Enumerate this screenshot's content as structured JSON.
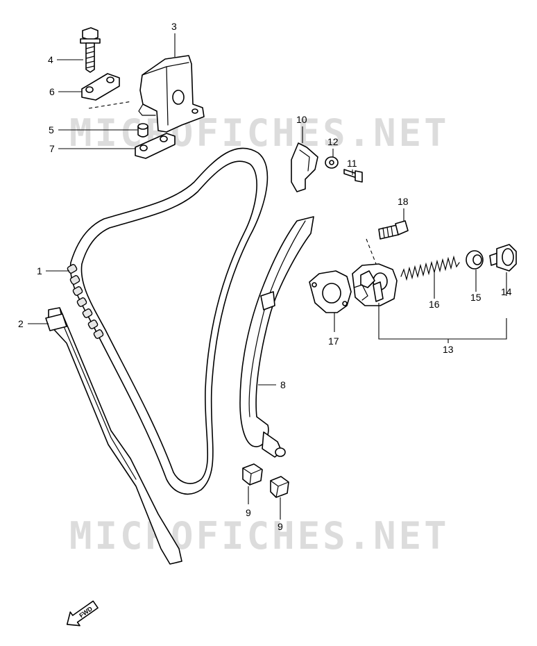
{
  "watermark": {
    "text": "MICROFICHES.NET",
    "color": "#d9d9d9"
  },
  "direction_marker": {
    "label": "FWD",
    "icon": "arrow-forward-icon"
  },
  "callouts": [
    {
      "id": "1",
      "label": "1"
    },
    {
      "id": "2",
      "label": "2"
    },
    {
      "id": "3",
      "label": "3"
    },
    {
      "id": "4",
      "label": "4"
    },
    {
      "id": "5",
      "label": "5"
    },
    {
      "id": "6",
      "label": "6"
    },
    {
      "id": "7",
      "label": "7"
    },
    {
      "id": "8",
      "label": "8"
    },
    {
      "id": "9a",
      "label": "9"
    },
    {
      "id": "9b",
      "label": "9"
    },
    {
      "id": "10",
      "label": "10"
    },
    {
      "id": "11",
      "label": "11"
    },
    {
      "id": "12",
      "label": "12"
    },
    {
      "id": "13",
      "label": "13"
    },
    {
      "id": "14",
      "label": "14"
    },
    {
      "id": "15",
      "label": "15"
    },
    {
      "id": "16",
      "label": "16"
    },
    {
      "id": "17",
      "label": "17"
    },
    {
      "id": "18",
      "label": "18"
    }
  ]
}
